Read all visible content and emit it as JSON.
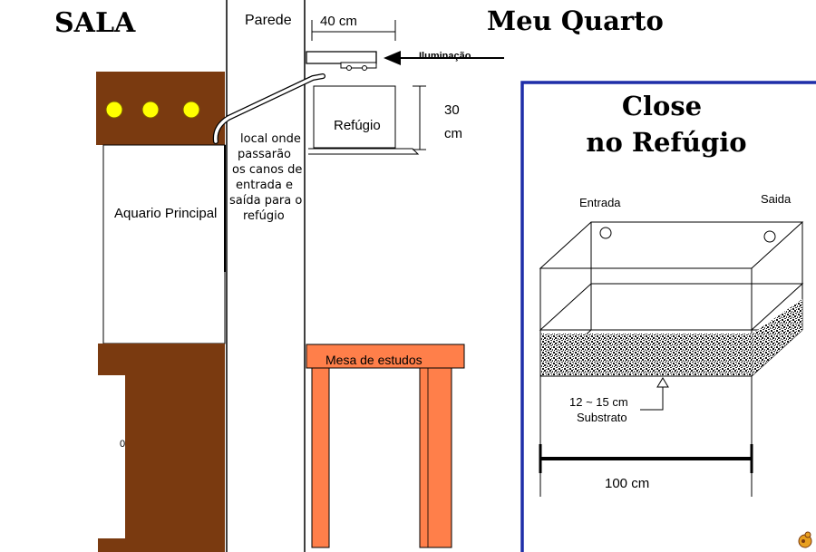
{
  "headings": {
    "sala": "SALA",
    "parede": "Parede",
    "meu_quarto": "Meu Quarto"
  },
  "main_scene": {
    "width_label": "40 cm",
    "lighting_label": "Iluminação",
    "refugio_label": "Refúgio",
    "height_value": "30",
    "height_unit": "cm",
    "aquarium_label": "Aquario Principal",
    "pipe_note": [
      "local onde",
      "passarão",
      "os canos de",
      "entrada e",
      "saída para o",
      "refúgio"
    ],
    "desk_label": "Mesa de estudos",
    "cabinet_mark": "0"
  },
  "close_up": {
    "title_line1": "Close",
    "title_line2": "no Refúgio",
    "inlet_label": "Entrada",
    "outlet_label": "Saida",
    "substrate_depth": "12 ~ 15 cm",
    "substrate_label": "Substrato",
    "length_label": "100 cm"
  },
  "colors": {
    "wood_brown": "#7a3a10",
    "desk_orange": "#ff7f4a",
    "light_yellow": "#ffff00",
    "frame_blue": "#1f2ea8"
  }
}
